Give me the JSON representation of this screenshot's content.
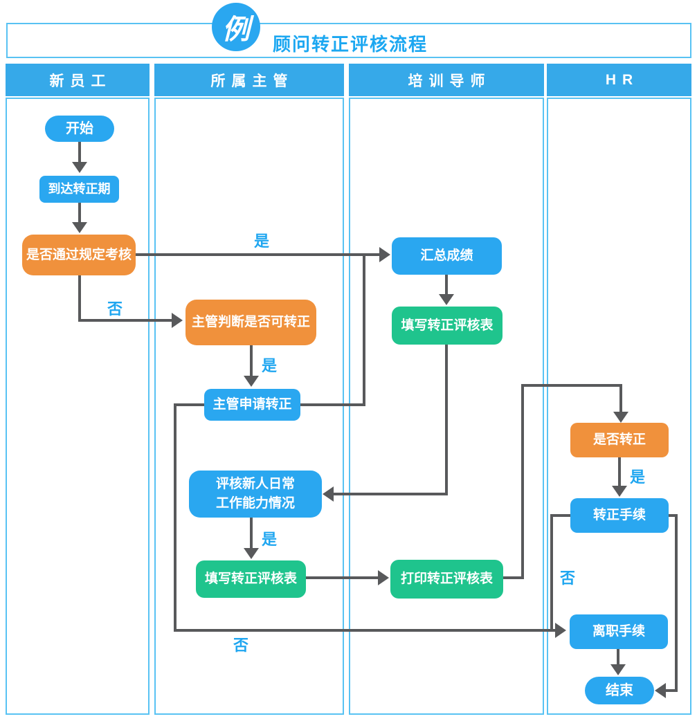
{
  "title_bar": {
    "badge": "例",
    "title": "顾问转正评核流程"
  },
  "lanes": [
    {
      "id": "new-employee",
      "label": "新员工"
    },
    {
      "id": "supervisor",
      "label": "所属主管"
    },
    {
      "id": "mentor",
      "label": "培训导师"
    },
    {
      "id": "hr",
      "label": "HR"
    }
  ],
  "nodes": {
    "start": "开始",
    "reach_period": "到达转正期",
    "pass_exam": "是否通过规定考核",
    "supervisor_judge": "主管判断是否可转正",
    "supervisor_apply": "主管申请转正",
    "evaluate_daily_1": "评核新人日常",
    "evaluate_daily_2": "工作能力情况",
    "fill_form_supervisor": "填写转正评核表",
    "summarize": "汇总成绩",
    "fill_form_mentor": "填写转正评核表",
    "print_form": "打印转正评核表",
    "is_regularized": "是否转正",
    "regular_procedure": "转正手续",
    "resign_procedure": "离职手续",
    "end": "结束"
  },
  "edge_labels": {
    "pass_yes": "是",
    "pass_no": "否",
    "judge_yes": "是",
    "evaluate_yes": "是",
    "regular_yes": "是",
    "regular_no": "否",
    "apply_no": "否"
  },
  "colors": {
    "node-blue": "#2AA7F0",
    "node-orange": "#F0913C",
    "node-green": "#1FC48D",
    "header-blue": "#36A9E9",
    "lane-border": "#58C2F3",
    "edge-gray": "#58595B",
    "label-blue": "#1FA6F0",
    "title-blue": "#1BA7F1"
  }
}
